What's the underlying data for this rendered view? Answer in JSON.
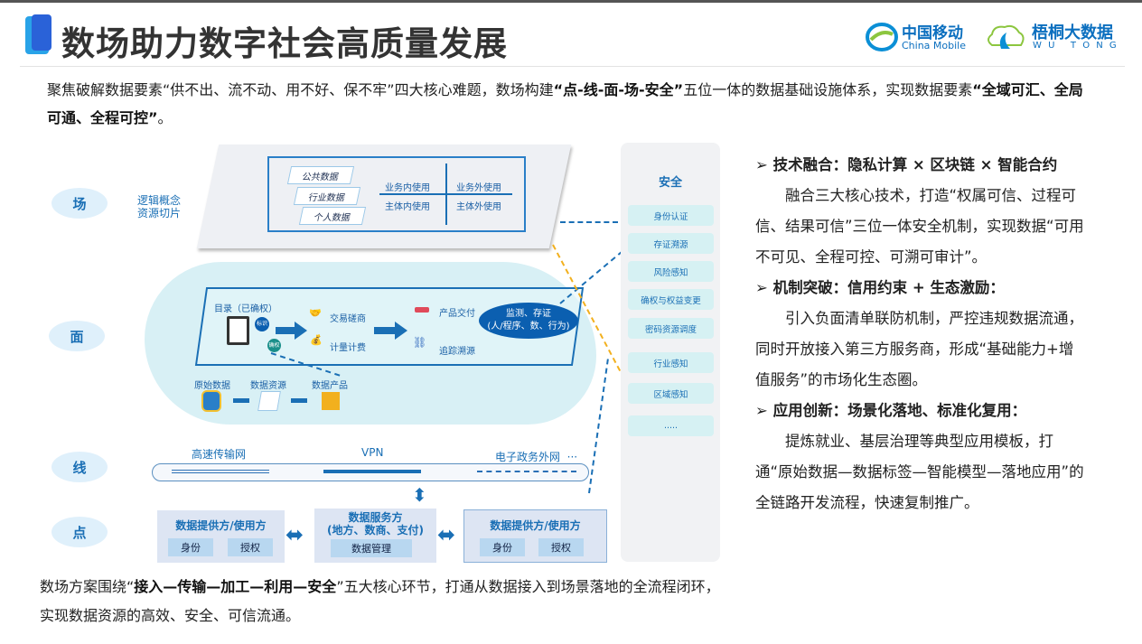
{
  "title": "数场助力数字社会高质量发展",
  "logos": {
    "cmcc_cn": "中国移动",
    "cmcc_en": "China Mobile",
    "wutong_cn": "梧桐大数据",
    "wutong_en": "W U   T O N G"
  },
  "intro": {
    "p1": "聚焦破解数据要素“供不出、流不动、用不好、保不牢”四大核心难题，数场构建",
    "b1": "“点-线-面-场-安全”",
    "p2": "五位一体的数据基础设施体系，实现数据要素",
    "b2": "“全域可汇、全局可通、全程可控”",
    "p3": "。"
  },
  "layers": [
    "场",
    "面",
    "线",
    "点"
  ],
  "field": {
    "label1": "逻辑概念",
    "label2": "资源切片",
    "data_types": [
      "公共数据",
      "行业数据",
      "个人数据"
    ],
    "grid": [
      "业务内使用",
      "业务外使用",
      "主体内使用",
      "主体外使用"
    ]
  },
  "face": {
    "catalog": "目录（已确权）",
    "badge1": "标识",
    "badge2": "确权",
    "trade": "交易磋商",
    "billing": "计量计费",
    "delivery": "产品交付",
    "trace": "追踪溯源",
    "monitor1": "监测、存证",
    "monitor2": "(人/程序、数、行为)",
    "raw": "原始数据",
    "resource": "数据资源",
    "product": "数据产品"
  },
  "line": {
    "net1": "高速传输网",
    "net2": "VPN",
    "net3": "电子政务外网  ···"
  },
  "point": {
    "left_title": "数据提供方/使用方",
    "mid_title1": "数据服务方",
    "mid_title2": "(地方、数商、支付)",
    "mid_chip": "数据管理",
    "right_title": "数据提供方/使用方",
    "chip_id": "身份",
    "chip_auth": "授权"
  },
  "security": {
    "title": "安全",
    "items": [
      "身份认证",
      "存证溯源",
      "风险感知",
      "确权与权益变更",
      "密码资源调度",
      "行业感知",
      "区域感知",
      "....."
    ]
  },
  "right": [
    {
      "head": "➢  技术融合：隐私计算 × 区块链 × 智能合约",
      "body": "融合三大核心技术，打造“权属可信、过程可信、结果可信”三位一体安全机制，实现数据“可用不可见、全程可控、可溯可审计”。"
    },
    {
      "head": "➢  机制突破：信用约束 + 生态激励：",
      "body": "引入负面清单联防机制，严控违规数据流通，同时开放接入第三方服务商，形成“基础能力+增值服务”的市场化生态圈。"
    },
    {
      "head": "➢  应用创新：场景化落地、标准化复用：",
      "body": "提炼就业、基层治理等典型应用模板，打通“原始数据—数据标签—智能模型—落地应用”的全链路开发流程，快速复制推广。"
    }
  ],
  "bottom": {
    "p1": "数场方案围绕“",
    "b1": "接入—传输—加工—利用—安全",
    "p2": "”五大核心环节，打通从数据接入到场景落地的全流程闭环，实现数据资源的高效、安全、可信流通。"
  }
}
